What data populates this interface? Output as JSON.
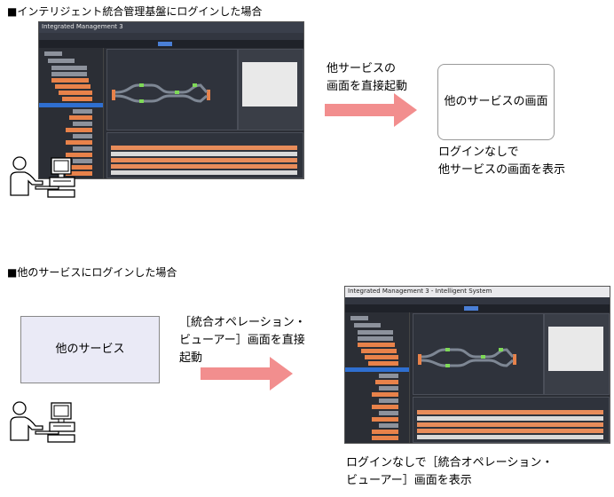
{
  "top": {
    "heading": "■インテリジェント統合管理基盤にログインした場合",
    "arrow_label_lines": [
      "他サービスの",
      "画面を直接起動"
    ],
    "target_box_label": "他のサービスの画面",
    "result_label_lines": [
      "ログインなしで",
      "他サービスの画面を表示"
    ],
    "screenshot_title": "Integrated Management 3"
  },
  "bottom": {
    "heading": "■他のサービスにログインした場合",
    "source_box_label": "他のサービス",
    "arrow_label_lines": [
      "［統合オペレーション・",
      "ビューアー］画面を直接",
      "起動"
    ],
    "result_label_lines": [
      "ログインなしで［統合オペレーション・",
      "ビューアー］画面を表示"
    ],
    "screenshot_title": "Integrated Management 3 - Intelligent System"
  },
  "colors": {
    "arrow": "#f28e8e",
    "service_box_fill": "#eaeaf6",
    "screenshot_bg": "#2b2e35",
    "tree_highlight": "#e8824a",
    "selected_node": "#2f6fd0"
  },
  "icons": [
    "user-at-computer-icon"
  ]
}
